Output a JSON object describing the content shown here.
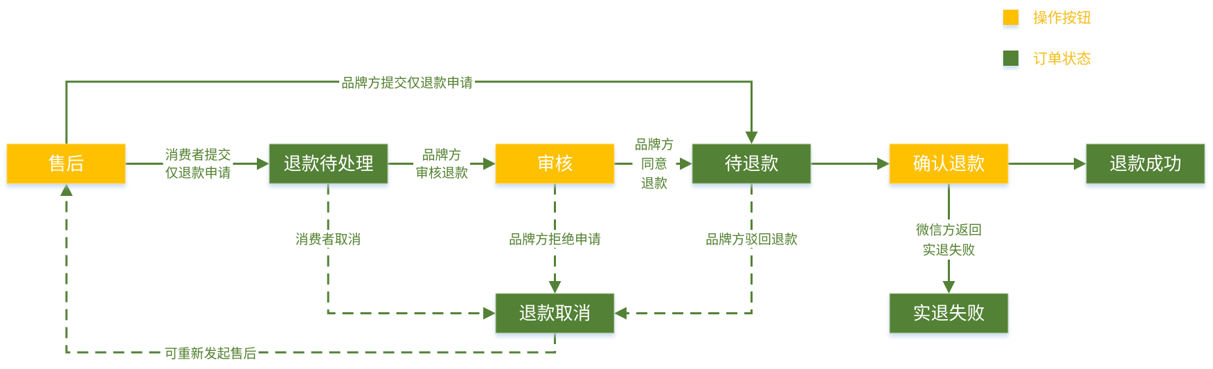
{
  "colors": {
    "action": "#ffc000",
    "status": "#538135",
    "line": "#538135",
    "edge_text": "#52802f",
    "legend_text": "#f5be1c",
    "node_text": "#ffffff"
  },
  "legend": [
    {
      "key": "action",
      "label": "操作按钮"
    },
    {
      "key": "status",
      "label": "订单状态"
    }
  ],
  "nodes": [
    {
      "id": "after_sale",
      "label": "售后",
      "type": "action"
    },
    {
      "id": "pending_process",
      "label": "退款待处理",
      "type": "status"
    },
    {
      "id": "review",
      "label": "审核",
      "type": "action"
    },
    {
      "id": "pending_refund",
      "label": "待退款",
      "type": "status"
    },
    {
      "id": "confirm_refund",
      "label": "确认退款",
      "type": "action"
    },
    {
      "id": "refund_success",
      "label": "退款成功",
      "type": "status"
    },
    {
      "id": "refund_cancelled",
      "label": "退款取消",
      "type": "status"
    },
    {
      "id": "refund_failed",
      "label": "实退失败",
      "type": "status"
    }
  ],
  "edges": [
    {
      "id": "brand_refund_only",
      "from": "after_sale",
      "to": "pending_refund",
      "style": "solid",
      "label": [
        "品牌方提交仅退款申请"
      ]
    },
    {
      "id": "consumer_submit",
      "from": "after_sale",
      "to": "pending_process",
      "style": "solid",
      "label": [
        "消费者提交",
        "仅退款申请"
      ]
    },
    {
      "id": "brand_review",
      "from": "pending_process",
      "to": "review",
      "style": "solid",
      "label": [
        "品牌方",
        "审核退款"
      ]
    },
    {
      "id": "brand_agree",
      "from": "review",
      "to": "pending_refund",
      "style": "solid",
      "label": [
        "品牌方",
        "同意",
        "退款"
      ]
    },
    {
      "id": "to_confirm",
      "from": "pending_refund",
      "to": "confirm_refund",
      "style": "solid",
      "label": []
    },
    {
      "id": "to_success",
      "from": "confirm_refund",
      "to": "refund_success",
      "style": "solid",
      "label": []
    },
    {
      "id": "wechat_fail",
      "from": "confirm_refund",
      "to": "refund_failed",
      "style": "solid",
      "label": [
        "微信方返回",
        "实退失败"
      ]
    },
    {
      "id": "consumer_cancel",
      "from": "pending_process",
      "to": "refund_cancelled",
      "style": "dashed",
      "label": [
        "消费者取消"
      ]
    },
    {
      "id": "brand_reject",
      "from": "review",
      "to": "refund_cancelled",
      "style": "dashed",
      "label": [
        "品牌方拒绝申请"
      ]
    },
    {
      "id": "brand_overrule",
      "from": "pending_refund",
      "to": "refund_cancelled",
      "style": "dashed",
      "label": [
        "品牌方驳回退款"
      ]
    },
    {
      "id": "reapply",
      "from": "refund_cancelled",
      "to": "after_sale",
      "style": "dashed",
      "label": [
        "可重新发起售后"
      ]
    }
  ]
}
